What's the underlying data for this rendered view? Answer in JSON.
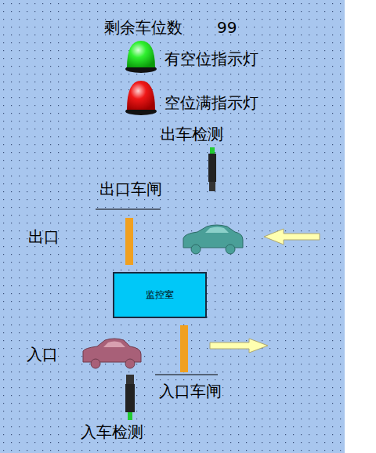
{
  "diagram": {
    "nodes": [
      {
        "text": [
          "监控室"
        ]
      }
    ],
    "labels": [
      "剩余车位数",
      "99",
      "有空位指示灯",
      "空位满指示灯",
      "出车检测",
      "出口车闸",
      "出口",
      "入口",
      "入口车闸",
      "入车检测"
    ]
  }
}
